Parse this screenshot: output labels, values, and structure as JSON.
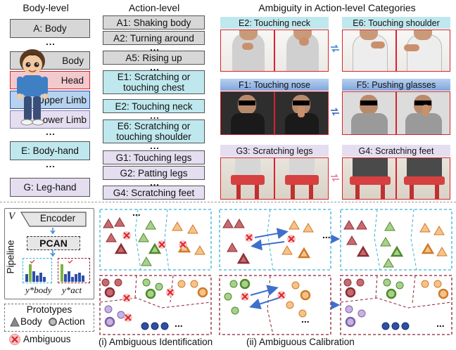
{
  "top": {
    "body_level": {
      "header": "Body-level",
      "items": [
        "A: Body",
        "E: Body-hand",
        "G: Leg-hand"
      ],
      "figure_labels": [
        "Body",
        "Head",
        "Upper Limb",
        "Lower Limb"
      ],
      "ellipsis": "..."
    },
    "action_level": {
      "header": "Action-level",
      "items": [
        "A1: Shaking body",
        "A2: Turning around",
        "A5: Rising up",
        "E1: Scratching or touching chest",
        "E2: Touching neck",
        "E6: Scratching or touching shoulder",
        "G1: Touching legs",
        "G2: Patting legs",
        "G4: Scratching feet"
      ],
      "ellipsis": "..."
    },
    "ambiguity": {
      "header": "Ambiguity in Action-level Categories",
      "panels": [
        {
          "title": "E2: Touching neck",
          "color": "#bfe8ee"
        },
        {
          "title": "E6: Touching shoulder",
          "color": "#bfe8ee"
        },
        {
          "title": "F1: Touching nose",
          "color": "#7fa6dc"
        },
        {
          "title": "F5: Pushing glasses",
          "color": "#7fa6dc"
        },
        {
          "title": "G3: Scratching legs",
          "color": "#e4def0"
        },
        {
          "title": "G4: Scratching feet",
          "color": "#e4def0"
        }
      ],
      "swap_arrow_colors": [
        "#4a8fd8",
        "#4a6fc8",
        "#e38aa8"
      ]
    }
  },
  "bottom": {
    "pipeline": {
      "v_label": "V",
      "encoder": "Encoder",
      "pcan": "PCAN",
      "side_label": "Pipeline",
      "y_body": "y*body",
      "y_act": "y*act"
    },
    "legend": {
      "title": "Prototypes",
      "body": "Body",
      "action": "Action",
      "ambiguous": "Ambiguous"
    },
    "stages": {
      "identification": "(i) Ambiguous Identification",
      "calibration": "(ii) Ambiguous Calibration"
    },
    "ellipsis": "...",
    "colors": {
      "red_group": "#b5505a",
      "green_group": "#7cb342",
      "orange_group": "#f0a050",
      "purple_group": "#b79fd3",
      "blue_group": "#2d4fa8",
      "ambiguous_x": "#e0232b",
      "cyan_dash": "#37b4d6",
      "maroon_dash": "#8b2232"
    }
  }
}
